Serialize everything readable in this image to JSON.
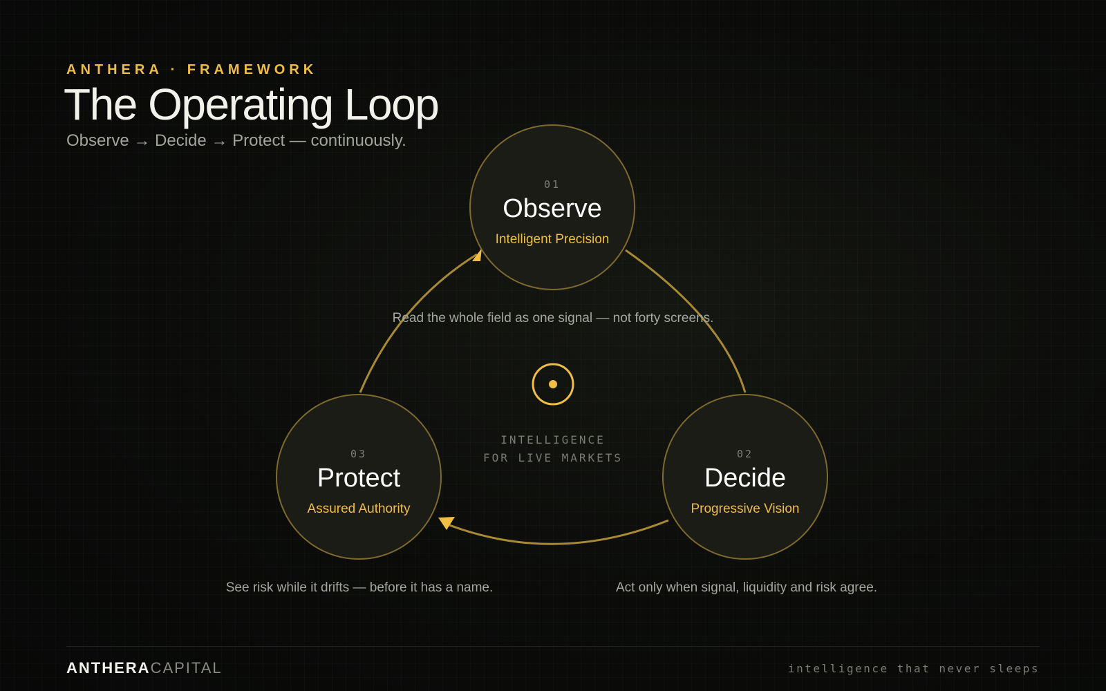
{
  "header": {
    "eyebrow": "ANTHERA · FRAMEWORK",
    "title": "The Operating Loop",
    "subtitle": "Observe → Decide → Protect — continuously."
  },
  "loop": {
    "nodes": [
      {
        "number": "01",
        "name": "Observe",
        "tagline": "Intelligent Precision",
        "description": "Read the whole field as one signal — not forty screens."
      },
      {
        "number": "02",
        "name": "Decide",
        "tagline": "Progressive Vision",
        "description": "Act only when signal, liquidity and risk agree."
      },
      {
        "number": "03",
        "name": "Protect",
        "tagline": "Assured Authority",
        "description": "See risk while it drifts — before it has a name."
      }
    ],
    "center_label_line1": "INTELLIGENCE",
    "center_label_line2": "FOR LIVE MARKETS"
  },
  "footer": {
    "brand_primary": "ANTHERA",
    "brand_secondary": "CAPITAL",
    "tagline": "intelligence that never sleeps"
  },
  "colors": {
    "accent": "#f0bd45",
    "node_border": "#7f6a2e",
    "node_fill": "#1b1c16",
    "arrow": "#a88a35"
  }
}
